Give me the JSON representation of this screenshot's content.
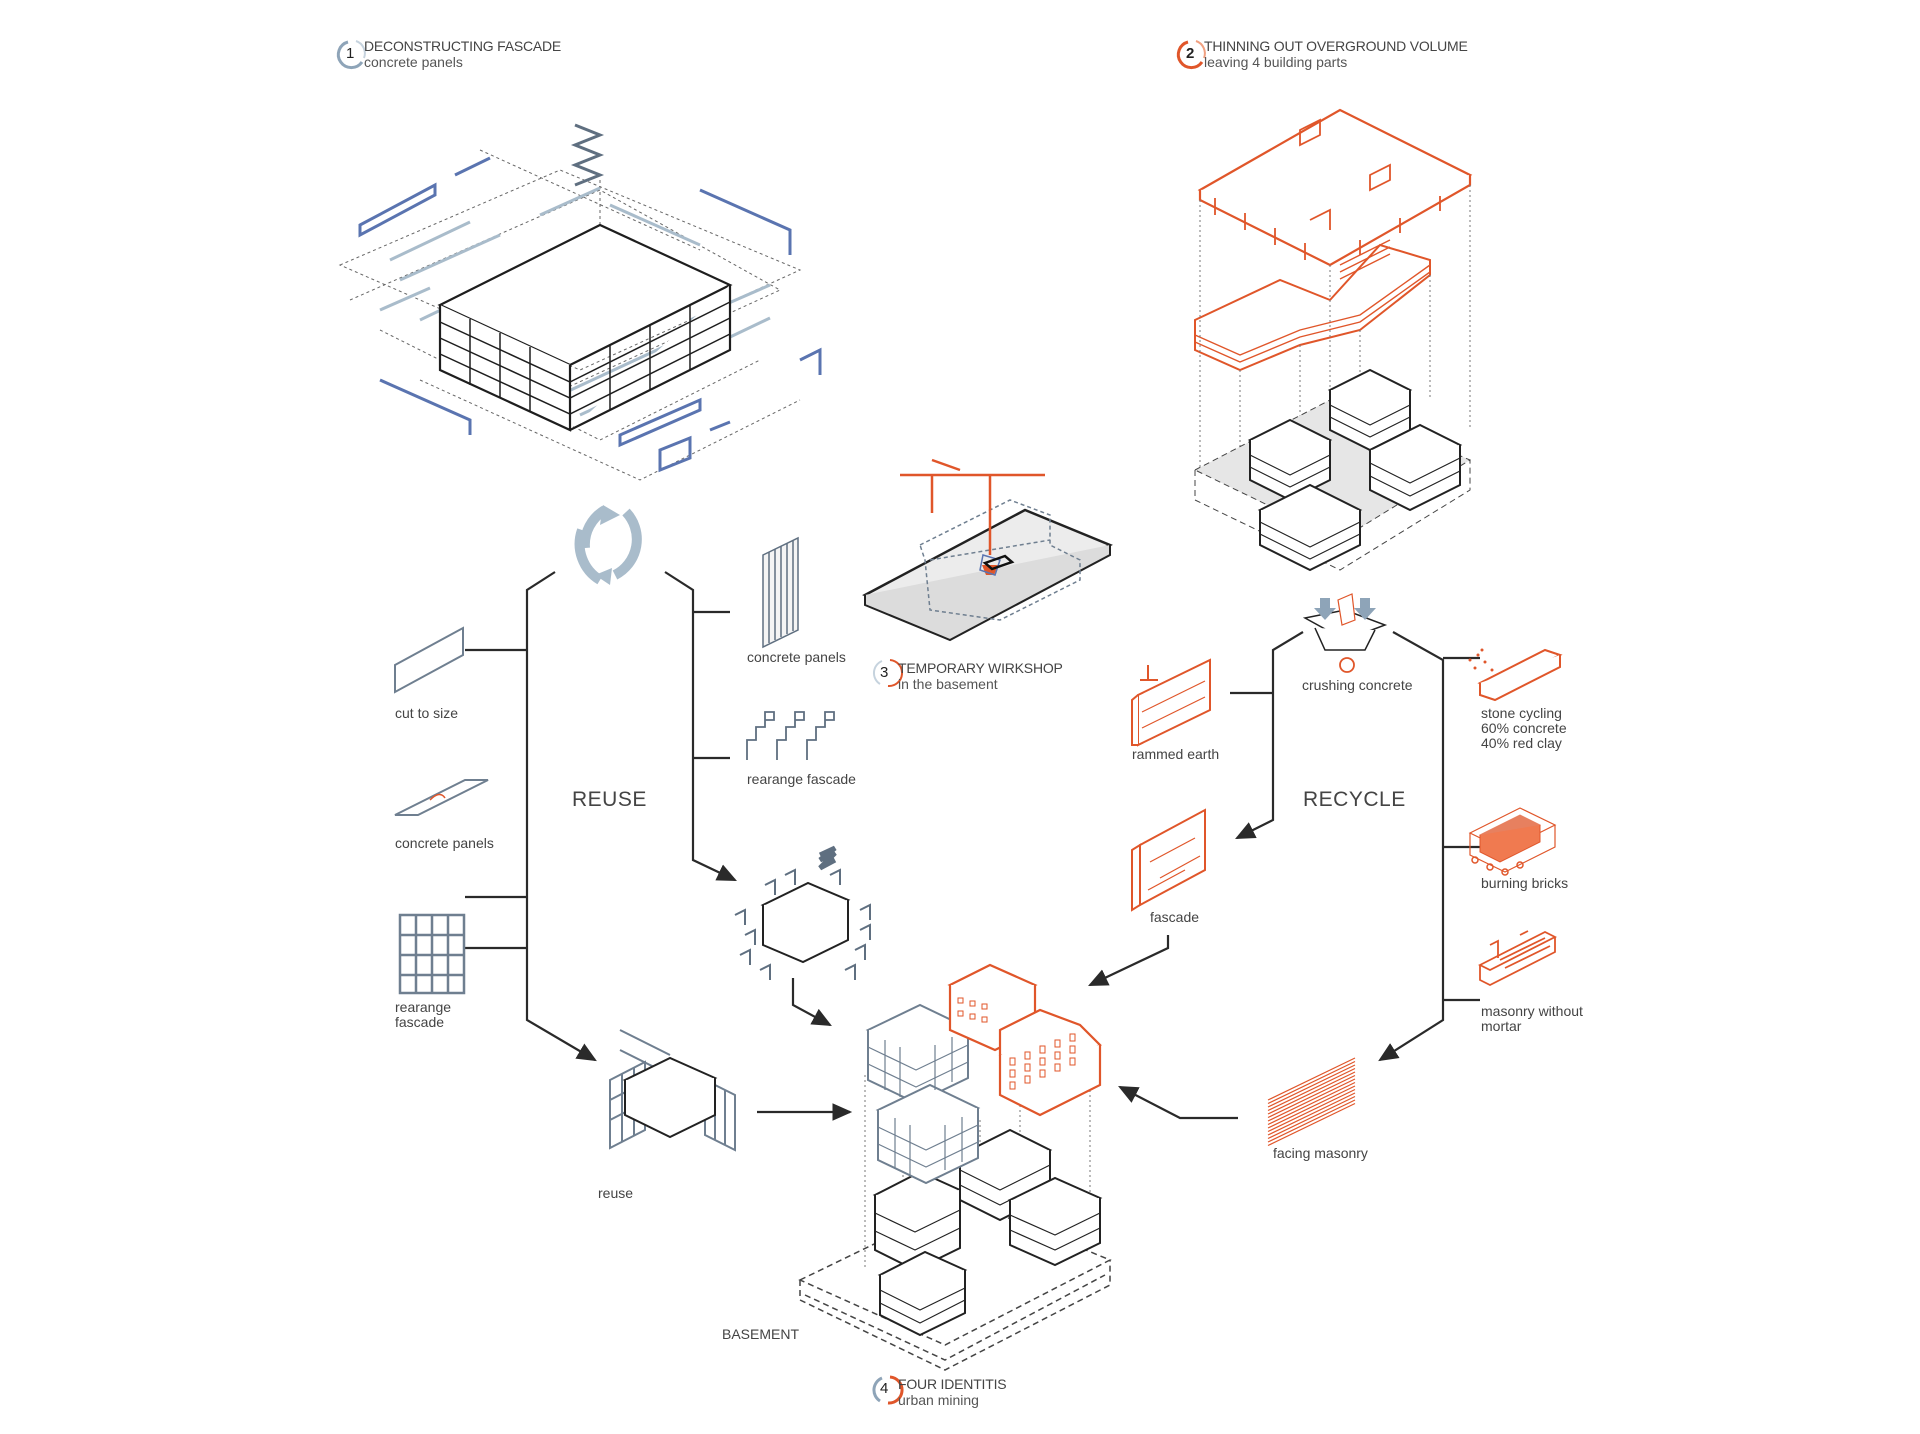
{
  "colors": {
    "grey_blue": "#8ea4b8",
    "blue_line": "#5a74b0",
    "orange": "#e0562a",
    "dark": "#2a2a2a",
    "text": "#444444"
  },
  "steps": [
    {
      "number": "1",
      "title": "DECONSTRUCTING FASCADE",
      "subtitle": "concrete panels",
      "icon": "cycle-arrows-icon-blue"
    },
    {
      "number": "2",
      "title": "THINNING OUT OVERGROUND VOLUME",
      "subtitle": "leaving 4 building parts",
      "icon": "cycle-arrows-icon-orange"
    },
    {
      "number": "3",
      "title": "TEMPORARY WIRKSHOP",
      "subtitle": "in the basement",
      "icon": "cycle-arrows-icon-mixed"
    },
    {
      "number": "4",
      "title": "FOUR IDENTITIS",
      "subtitle": "urban mining",
      "icon": "cycle-arrows-icon-mixed"
    }
  ],
  "reuse": {
    "heading": "REUSE",
    "items_left": [
      {
        "label": "cut to size",
        "icon": "panel-icon"
      },
      {
        "label": "concrete panels",
        "icon": "cut-panel-icon"
      },
      {
        "label": "rearange\nfascade",
        "icon": "grid-frame-icon"
      }
    ],
    "items_right": [
      {
        "label": "concrete panels",
        "icon": "vertical-panel-icon"
      },
      {
        "label": "rearange fascade",
        "icon": "zigzag-panels-icon"
      }
    ],
    "result_label": "reuse"
  },
  "recycle": {
    "heading": "RECYCLE",
    "source_label": "crushing concrete",
    "items_left": [
      {
        "label": "rammed earth",
        "icon": "rammed-earth-icon"
      },
      {
        "label": "fascade",
        "icon": "earth-panel-icon"
      }
    ],
    "items_right": [
      {
        "label": "stone cycling\n60% concrete\n40% red clay",
        "icon": "stone-block-icon"
      },
      {
        "label": "burning bricks",
        "icon": "brick-kiln-icon"
      },
      {
        "label": "masonry without\nmortar",
        "icon": "dry-masonry-icon"
      }
    ],
    "result_label": "facing masonry"
  },
  "basement_label": "BASEMENT"
}
